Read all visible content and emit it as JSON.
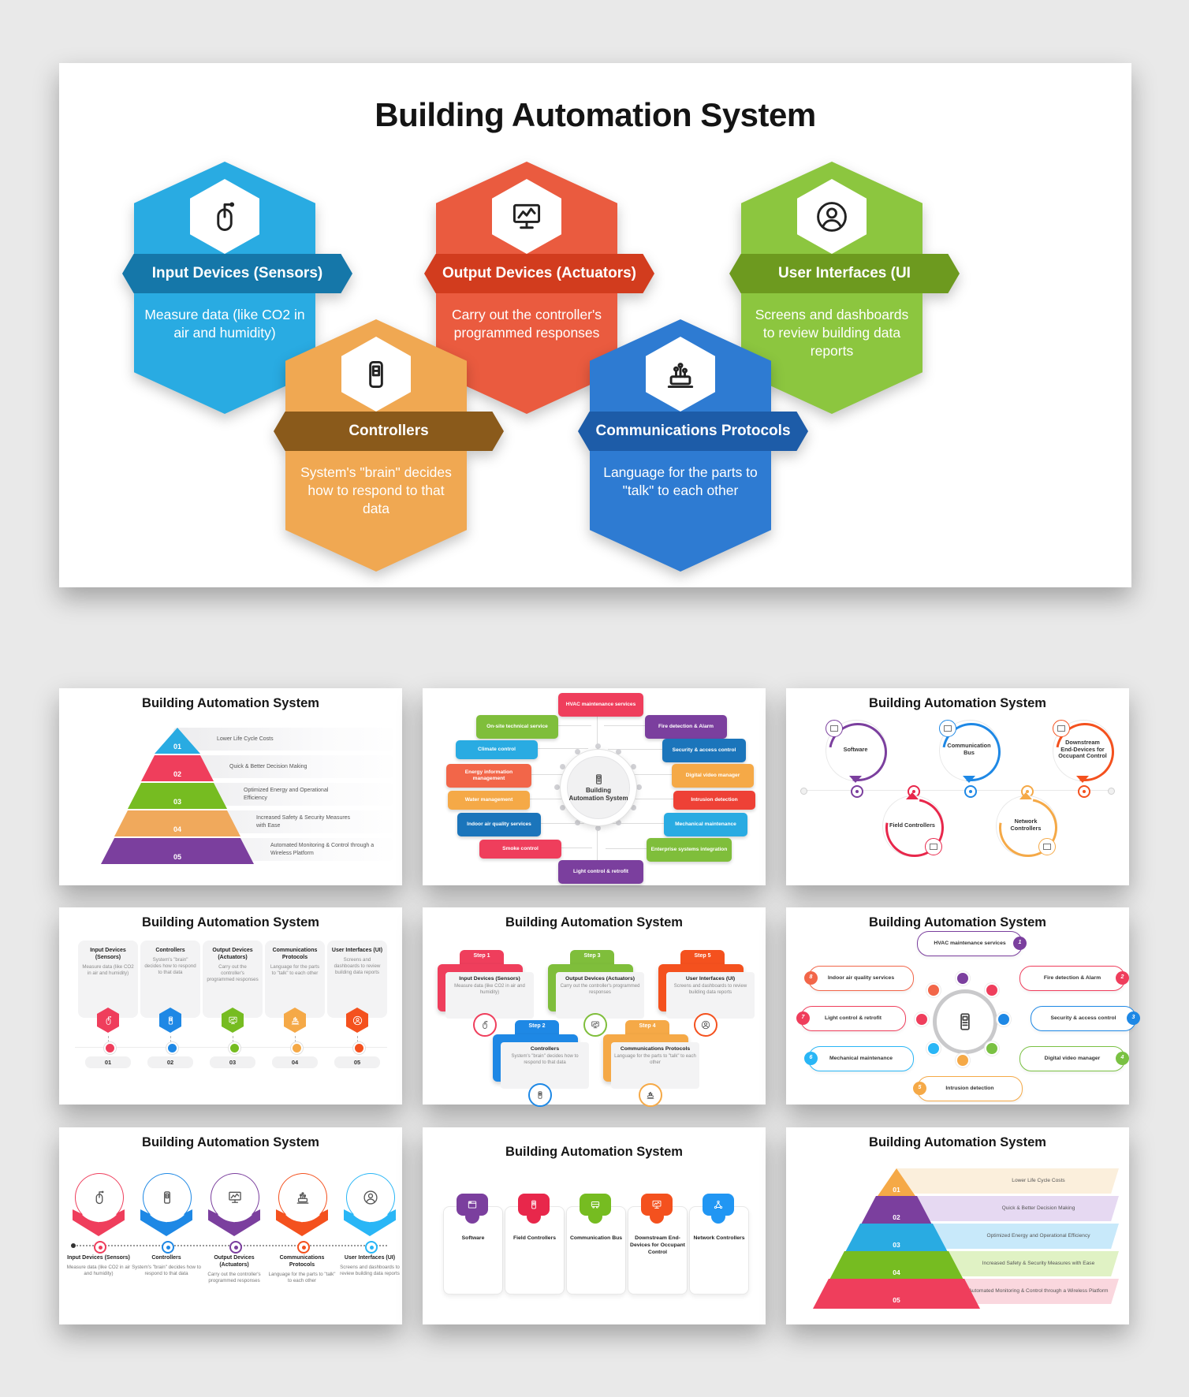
{
  "page": {
    "bg": "#e9e9e9"
  },
  "main_slide": {
    "title": "Building Automation System",
    "items": [
      {
        "name": "Input Devices (Sensors)",
        "desc": "Measure data (like CO2 in air and humidity)",
        "body": "#29ABE2",
        "banner": "#1577A9",
        "icon": "mouse-icon"
      },
      {
        "name": "Output Devices (Actuators)",
        "desc": "Carry out the controller's programmed responses",
        "body": "#EA5B3F",
        "banner": "#D23C1E",
        "icon": "monitor-chart-icon"
      },
      {
        "name": "User Interfaces (UI",
        "desc": "Screens and dashboards to review building data reports",
        "body": "#8CC63F",
        "banner": "#6D9A1F",
        "icon": "user-icon"
      },
      {
        "name": "Controllers",
        "desc": "System's \"brain\" decides how to respond to that data",
        "body": "#F0A852",
        "banner": "#8A5A1B",
        "icon": "controller-icon"
      },
      {
        "name": "Communications Protocols",
        "desc": "Language for the parts to \"talk\" to each other",
        "body": "#2E7BD2",
        "banner": "#1D5CA8",
        "icon": "iot-icon"
      }
    ]
  },
  "t1": {
    "title": "Building Automation System",
    "levels": [
      {
        "num": "01",
        "label": "Lower Life Cycle Costs",
        "color": "#29ABE2"
      },
      {
        "num": "02",
        "label": "Quick & Better Decision Making",
        "color": "#EF3E5C"
      },
      {
        "num": "03",
        "label": "Optimized Energy and Operational Efficiency",
        "color": "#76BC21"
      },
      {
        "num": "04",
        "label": "Increased Safety & Security Measures with Ease",
        "color": "#F0A95C"
      },
      {
        "num": "05",
        "label": "Automated Monitoring & Control through a Wireless Platform",
        "color": "#7B3F9E"
      }
    ]
  },
  "t2": {
    "center": "Building Automation System",
    "items": [
      {
        "label": "HVAC maintenance services",
        "color": "#EF3E5C"
      },
      {
        "label": "On-site technical service",
        "color": "#7FBE3B"
      },
      {
        "label": "Climate control",
        "color": "#29ABE2"
      },
      {
        "label": "Energy information management",
        "color": "#F26649"
      },
      {
        "label": "Water management",
        "color": "#F5A947"
      },
      {
        "label": "Indoor air quality services",
        "color": "#1B75BB"
      },
      {
        "label": "Smoke control",
        "color": "#EF3E5C"
      },
      {
        "label": "Light control & retrofit",
        "color": "#7B3F9E"
      },
      {
        "label": "Fire detection & Alarm",
        "color": "#7B3F9E"
      },
      {
        "label": "Security & access control",
        "color": "#1B75BB"
      },
      {
        "label": "Digital video manager",
        "color": "#F5A947"
      },
      {
        "label": "Intrusion detection",
        "color": "#EE4136"
      },
      {
        "label": "Mechanical maintenance",
        "color": "#29ABE2"
      },
      {
        "label": "Enterprise systems integration",
        "color": "#7FBE3B"
      }
    ]
  },
  "t3": {
    "title": "Building Automation System",
    "top": [
      {
        "label": "Software",
        "color": "#7B3F9E"
      },
      {
        "label": "Communication Bus",
        "color": "#1E88E5"
      },
      {
        "label": "Downstream End-Devices for Occupant Control",
        "color": "#F4511E"
      }
    ],
    "bottom": [
      {
        "label": "Field Controllers",
        "color": "#E8274B"
      },
      {
        "label": "Network Controllers",
        "color": "#F5A947"
      }
    ]
  },
  "t4": {
    "title": "Building Automation System",
    "steps": [
      {
        "num": "01",
        "name": "Input Devices (Sensors)",
        "desc": "Measure data (like CO2 in air and humidity)",
        "color": "#EF3E5C",
        "icon": "mouse-icon"
      },
      {
        "num": "02",
        "name": "Controllers",
        "desc": "System's \"brain\" decides how to respond to that data",
        "color": "#1E88E5",
        "icon": "controller-icon"
      },
      {
        "num": "03",
        "name": "Output Devices (Actuators)",
        "desc": "Carry out the controller's programmed responses",
        "color": "#76BC21",
        "icon": "monitor-chart-icon"
      },
      {
        "num": "04",
        "name": "Communications Protocols",
        "desc": "Language for the parts to \"talk\" to each other",
        "color": "#F5A947",
        "icon": "iot-icon"
      },
      {
        "num": "05",
        "name": "User Interfaces (UI)",
        "desc": "Screens and dashboards to review building data reports",
        "color": "#F4511E",
        "icon": "user-icon"
      }
    ]
  },
  "t5": {
    "title": "Building Automation System",
    "steps": [
      {
        "step": "Step 1",
        "name": "Input Devices (Sensors)",
        "desc": "Measure data (like CO2 in air and humidity)",
        "color": "#EF3E5C",
        "icon": "mouse-icon"
      },
      {
        "step": "Step 3",
        "name": "Output Devices (Actuators)",
        "desc": "Carry out the controller's programmed responses",
        "color": "#7FBE3B",
        "icon": "monitor-chart-icon"
      },
      {
        "step": "Step 5",
        "name": "User Interfaces (UI)",
        "desc": "Screens and dashboards to review building data reports",
        "color": "#F4511E",
        "icon": "user-icon"
      },
      {
        "step": "Step 2",
        "name": "Controllers",
        "desc": "System's \"brain\" decides how to respond to that data",
        "color": "#1E88E5",
        "icon": "controller-icon"
      },
      {
        "step": "Step 4",
        "name": "Communications Protocols",
        "desc": "Language for the parts to \"talk\" to each other",
        "color": "#F5A947",
        "icon": "iot-icon"
      }
    ]
  },
  "t6": {
    "title": "Building Automation System",
    "items": [
      {
        "num": "1",
        "label": "HVAC maintenance services",
        "color": "#7B3F9E"
      },
      {
        "num": "2",
        "label": "Fire detection & Alarm",
        "color": "#EF3E5C"
      },
      {
        "num": "3",
        "label": "Security & access control",
        "color": "#1E88E5"
      },
      {
        "num": "4",
        "label": "Digital video manager",
        "color": "#7AC143"
      },
      {
        "num": "5",
        "label": "Intrusion detection",
        "color": "#F5A947"
      },
      {
        "num": "6",
        "label": "Mechanical maintenance",
        "color": "#29B6F6"
      },
      {
        "num": "7",
        "label": "Light control & retrofit",
        "color": "#EF3E5C"
      },
      {
        "num": "8",
        "label": "Indoor air quality services",
        "color": "#F26649"
      }
    ]
  },
  "t7": {
    "title": "Building Automation System",
    "items": [
      {
        "name": "Input Devices (Sensors)",
        "desc": "Measure data (like CO2 in air and humidity)",
        "color": "#EF3E5C",
        "icon": "mouse-icon"
      },
      {
        "name": "Controllers",
        "desc": "System's \"brain\" decides how to respond to that data",
        "color": "#1E88E5",
        "icon": "controller-icon"
      },
      {
        "name": "Output Devices (Actuators)",
        "desc": "Carry out the controller's programmed responses",
        "color": "#7B3F9E",
        "icon": "monitor-chart-icon"
      },
      {
        "name": "Communications Protocols",
        "desc": "Language for the parts to \"talk\" to each other",
        "color": "#F4511E",
        "icon": "iot-icon"
      },
      {
        "name": "User Interfaces (UI)",
        "desc": "Screens and dashboards to review building data reports",
        "color": "#29B6F6",
        "icon": "user-icon"
      }
    ]
  },
  "t8": {
    "title": "Building Automation System",
    "items": [
      {
        "label": "Software",
        "color": "#7B3F9E",
        "icon": "window-icon"
      },
      {
        "label": "Field Controllers",
        "color": "#E8274B",
        "icon": "controller-icon"
      },
      {
        "label": "Communication Bus",
        "color": "#76BC21",
        "icon": "bus-icon"
      },
      {
        "label": "Downstream End-Devices for Occupant Control",
        "color": "#F4511E",
        "icon": "monitor-icon"
      },
      {
        "label": "Network Controllers",
        "color": "#2196F3",
        "icon": "network-icon"
      }
    ]
  },
  "t9": {
    "title": "Building Automation System",
    "levels": [
      {
        "num": "01",
        "label": "Lower Life Cycle Costs",
        "color": "#F5A947",
        "band": "#FBEFDC"
      },
      {
        "num": "02",
        "label": "Quick & Better Decision Making",
        "color": "#7B3F9E",
        "band": "#E6D9F2"
      },
      {
        "num": "03",
        "label": "Optimized Energy and Operational Efficiency",
        "color": "#29ABE2",
        "band": "#C8E9FA"
      },
      {
        "num": "04",
        "label": "Increased Safety & Security Measures with Ease",
        "color": "#76BC21",
        "band": "#E0F2C4"
      },
      {
        "num": "05",
        "label": "Automated Monitoring & Control through a Wireless Platform",
        "color": "#EF3E5C",
        "band": "#FAD7DE"
      }
    ]
  }
}
